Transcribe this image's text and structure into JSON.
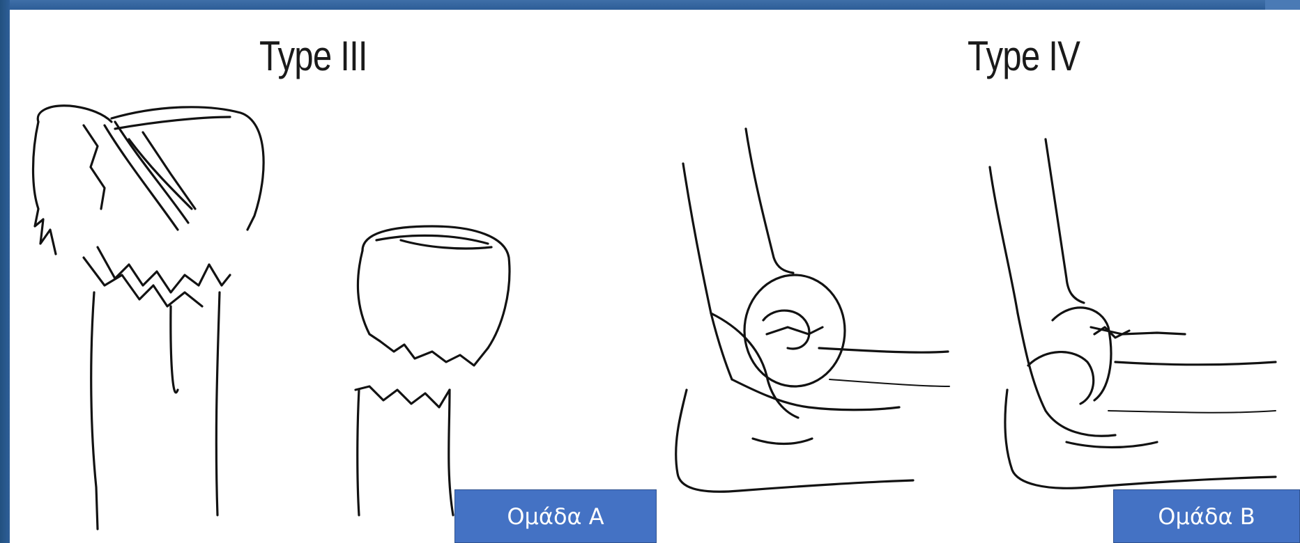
{
  "figure": {
    "left_heading": "Type III",
    "right_heading": "Type IV",
    "left_group_label": "Ομάδα Α",
    "right_group_label": "Ομάδα Β"
  },
  "colors": {
    "frame": "#2d5d97",
    "label_background": "#4472c4",
    "label_text": "#ffffff",
    "drawing_lines": "#121212"
  }
}
